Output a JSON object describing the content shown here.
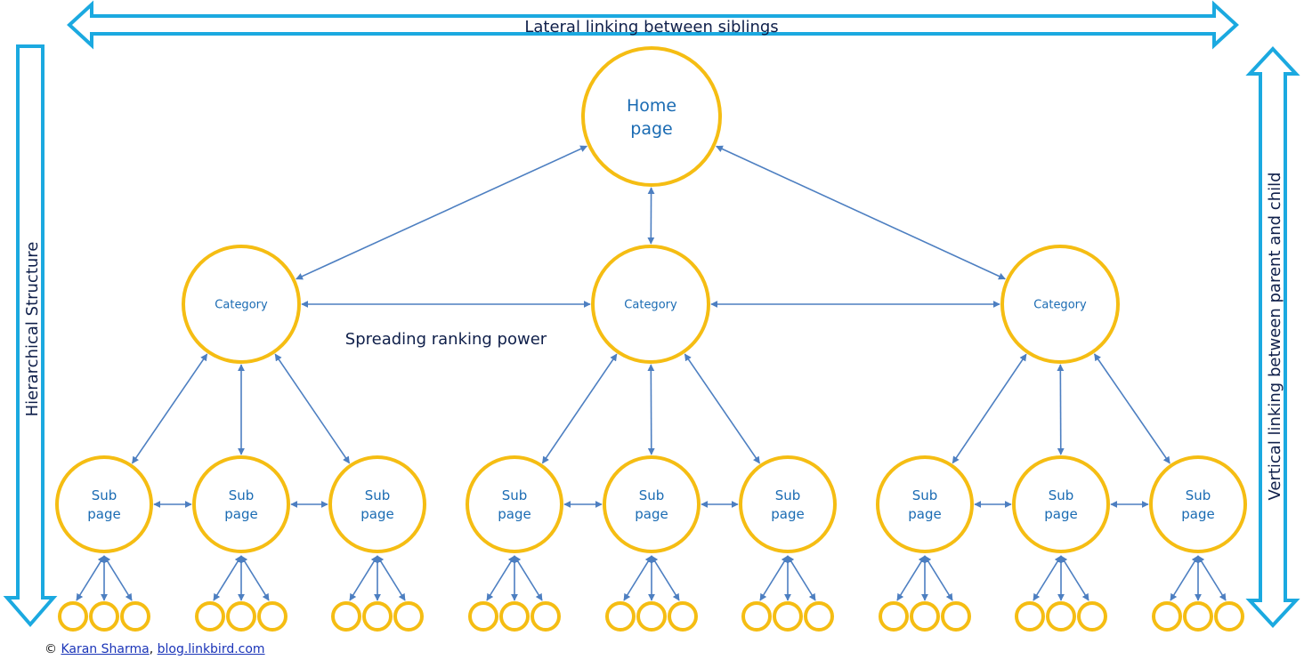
{
  "labels": {
    "lateral": "Lateral linking between siblings",
    "hierarchy": "Hierarchical Structure",
    "vertical": "Vertical linking between parent and child",
    "spreading": "Spreading ranking power"
  },
  "nodes": {
    "home": [
      "Home",
      "page"
    ],
    "category": "Category",
    "subpage": [
      "Sub",
      "page"
    ]
  },
  "credit": {
    "copyright": "©",
    "author": "Karan Sharma",
    "separator": ",",
    "site": "blog.linkbird.com"
  },
  "colors": {
    "frame_arrow": "#1ba9e0",
    "node_stroke": "#f5bd13",
    "link": "#4d7fc1",
    "node_text": "#1a6bb3",
    "axis_text": "#0f1f4a"
  }
}
